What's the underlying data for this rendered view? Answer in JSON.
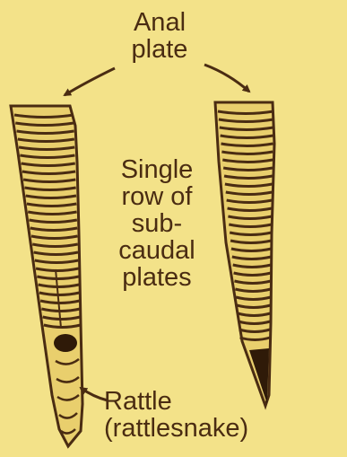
{
  "labels": {
    "anal_plate": [
      "Anal",
      "plate"
    ],
    "subcaudal": [
      "Single",
      "row of",
      "sub-",
      "caudal",
      "plates"
    ],
    "rattle": [
      "Rattle",
      "(rattlesnake)"
    ]
  },
  "colors": {
    "background": "#f3e289",
    "ink": "#4a2c12",
    "tail_fill": "#e9cf6d"
  }
}
